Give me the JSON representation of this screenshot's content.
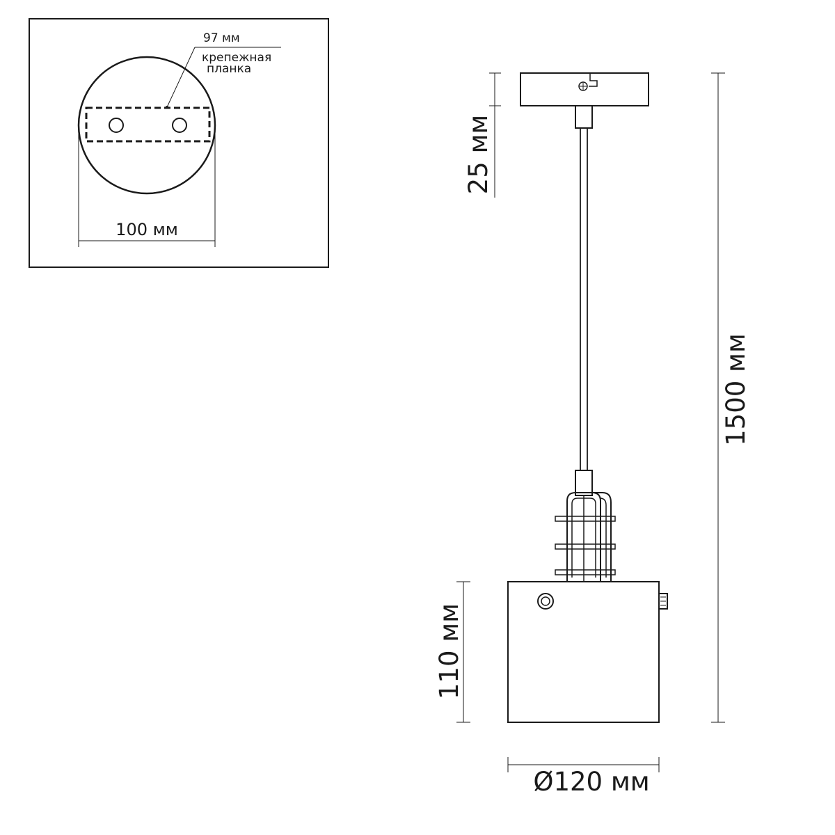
{
  "inset": {
    "label_97": "97 мм",
    "label_bracket_line1": "крепежная",
    "label_bracket_line2": "планка",
    "label_100": "100 мм"
  },
  "dimensions": {
    "canopy_height": "25 мм",
    "total_height": "1500 мм",
    "shade_height": "110 мм",
    "shade_diameter": "Ø120 мм"
  }
}
